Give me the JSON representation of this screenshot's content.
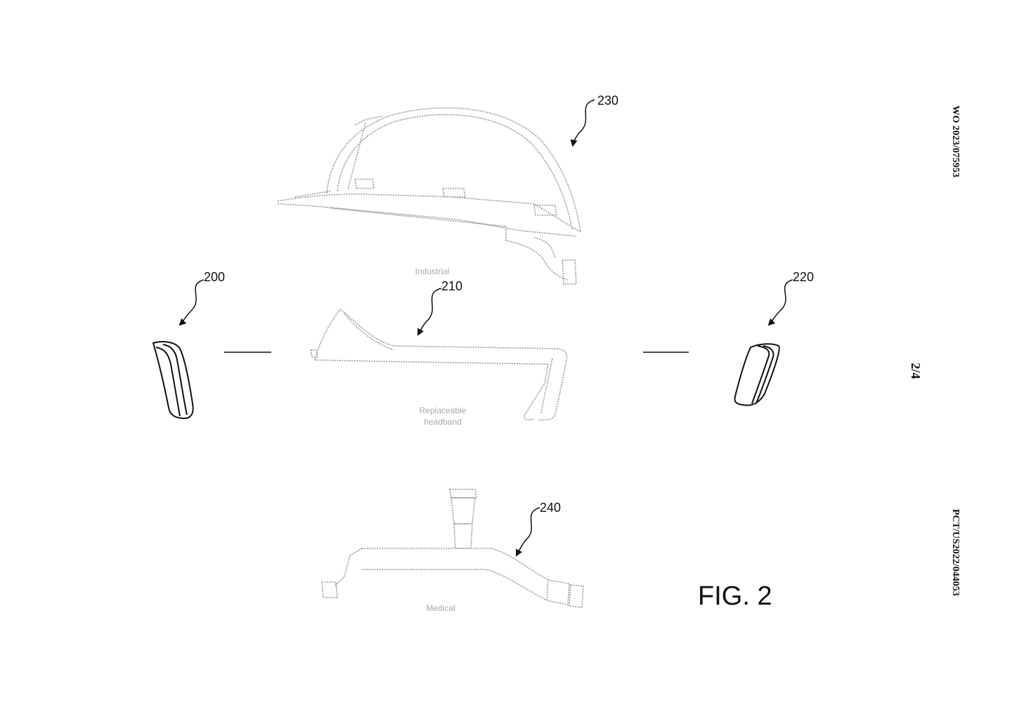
{
  "figure": {
    "label": "FIG. 2",
    "publication_number": "WO 2023/075953",
    "application_number": "PCT/US2022/044053",
    "sheet": "2/4"
  },
  "references": {
    "r200": "200",
    "r210": "210",
    "r220": "220",
    "r230": "230",
    "r240": "240"
  },
  "captions": {
    "industrial": "Industrial",
    "replaceable_headband": "Replaceable\nheadband",
    "medical": "Medical"
  },
  "colors": {
    "ink": "#111111",
    "sketch": "#9a9a9a"
  }
}
